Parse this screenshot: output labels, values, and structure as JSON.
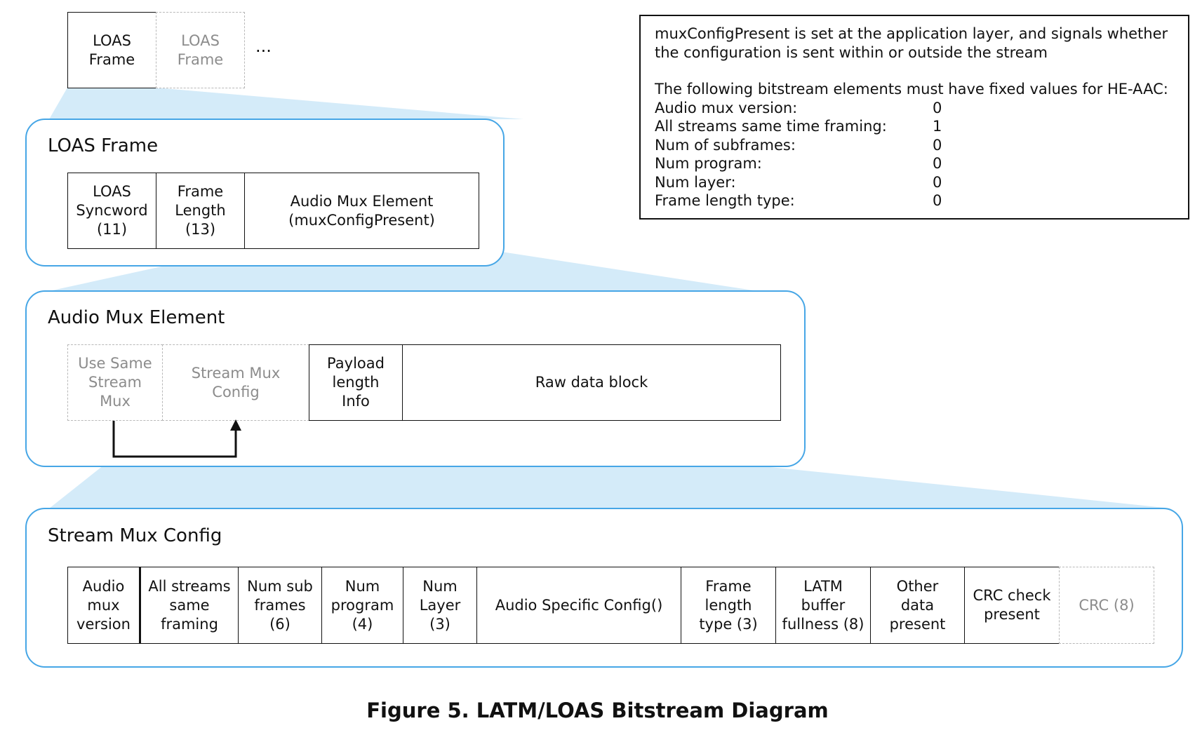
{
  "top_frames": {
    "frame1": "LOAS\nFrame",
    "frame2": "LOAS\nFrame",
    "ellipsis": "..."
  },
  "loas_frame": {
    "title": "LOAS Frame",
    "fields": {
      "syncword": "LOAS\nSyncword\n(11)",
      "frame_length": "Frame\nLength\n(13)",
      "audio_mux_element": "Audio Mux Element\n(muxConfigPresent)"
    }
  },
  "audio_mux_element": {
    "title": "Audio Mux Element",
    "fields": {
      "use_same_stream_mux": "Use Same\nStream\nMux",
      "stream_mux_config": "Stream Mux\nConfig",
      "payload_length_info": "Payload\nlength\nInfo",
      "raw_data_block": "Raw data block"
    }
  },
  "stream_mux_config": {
    "title": "Stream Mux Config",
    "fields": {
      "audio_mux_version": "Audio\nmux\nversion",
      "all_streams_same_framing": "All streams\nsame\nframing",
      "num_sub_frames": "Num sub\nframes\n(6)",
      "num_program": "Num\nprogram\n(4)",
      "num_layer": "Num\nLayer\n(3)",
      "audio_specific_config": "Audio Specific Config()",
      "frame_length_type": "Frame\nlength\ntype (3)",
      "latm_buffer_fullness": "LATM\nbuffer\nfullness (8)",
      "other_data_present": "Other\ndata\npresent",
      "crc_check_present": "CRC check\npresent",
      "crc": "CRC (8)"
    }
  },
  "note": {
    "line1": "muxConfigPresent is set at the application layer, and signals whether",
    "line2": "the configuration is sent within or outside the stream",
    "line3": "The following bitstream elements must have fixed values for HE-AAC:",
    "rows": [
      {
        "label": "Audio mux version:",
        "value": "0"
      },
      {
        "label": "All streams same time framing:",
        "value": "1"
      },
      {
        "label": "Num of subframes:",
        "value": "0"
      },
      {
        "label": "Num program:",
        "value": "0"
      },
      {
        "label": "Num layer:",
        "value": "0"
      },
      {
        "label": "Frame length type:",
        "value": "0"
      }
    ]
  },
  "caption": "Figure 5. LATM/LOAS Bitstream Diagram",
  "colors": {
    "panel_border": "#46a6e6",
    "connector_fill": "#cfe9f8",
    "dashed_text": "#8c8c8c"
  }
}
